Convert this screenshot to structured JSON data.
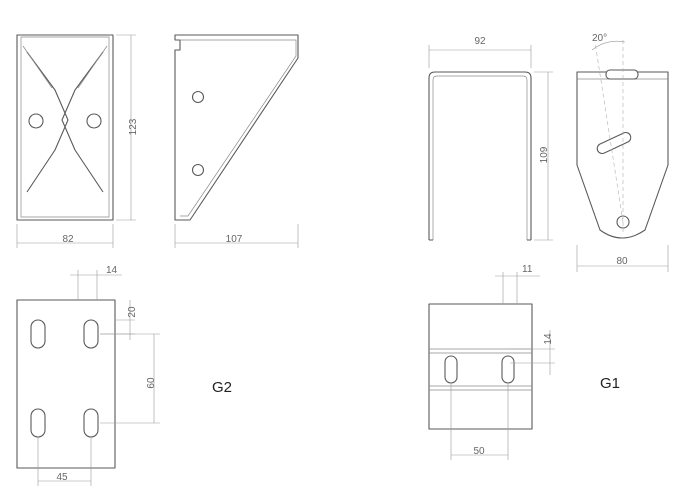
{
  "g2": {
    "label": "G2",
    "dims": {
      "front_height": "123",
      "front_width": "82",
      "side_depth": "107",
      "top_offset": "14",
      "hole_edge": "20",
      "hole_spacing_v": "60",
      "hole_spacing_h": "45"
    }
  },
  "g1": {
    "label": "G1",
    "dims": {
      "front_width": "92",
      "front_height": "109",
      "angle": "20°",
      "side_width": "80",
      "top_offset": "11",
      "slot_height": "14",
      "hole_spacing_h": "50"
    }
  }
}
